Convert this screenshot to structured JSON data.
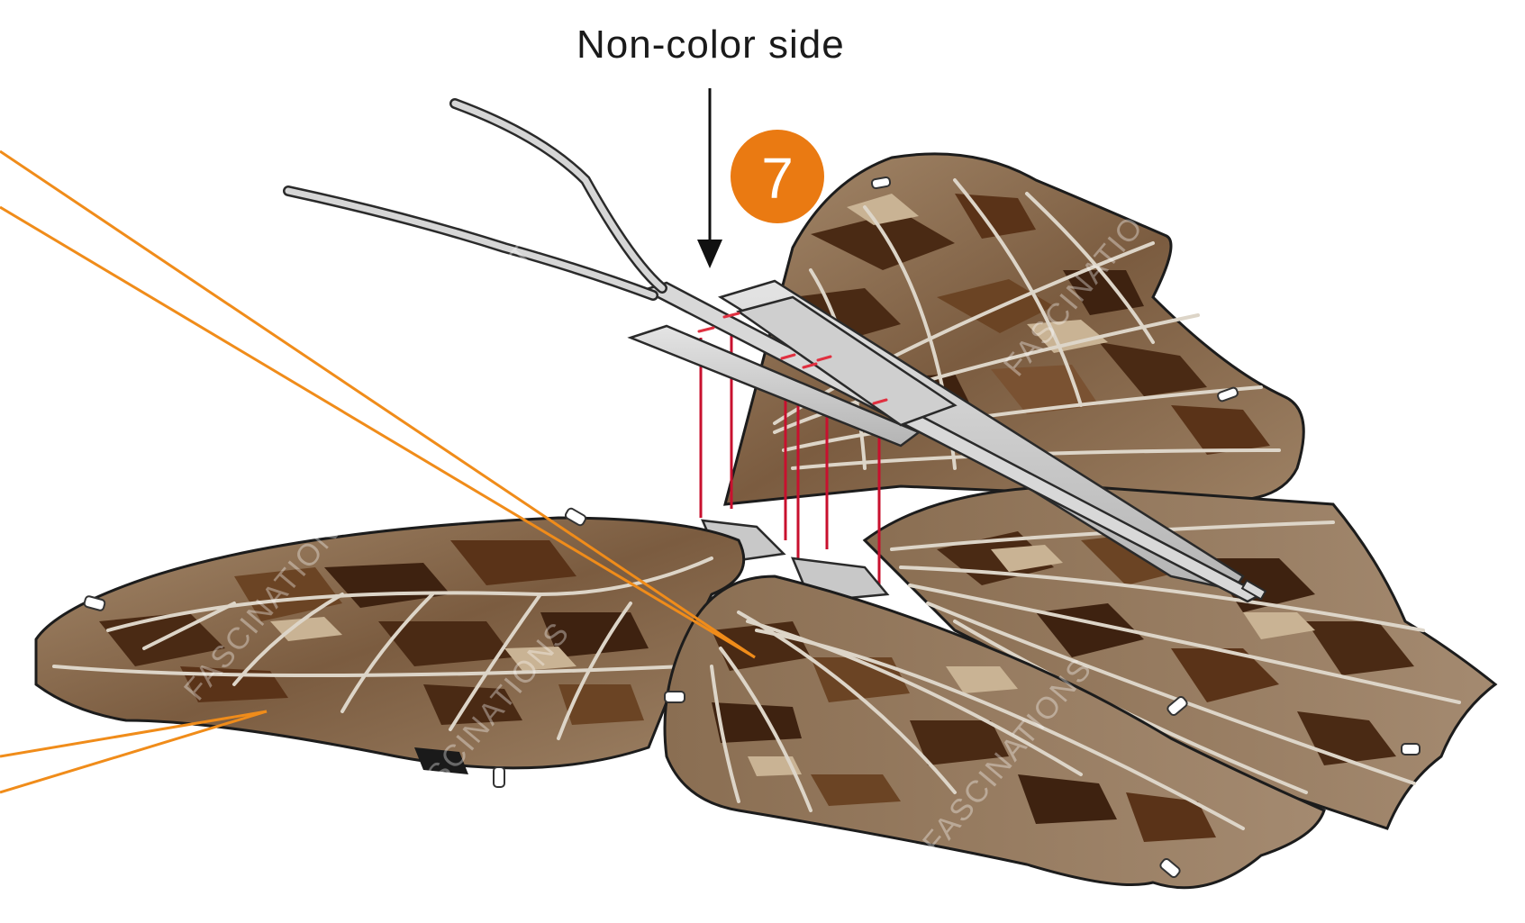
{
  "labels": {
    "side_label": "Non-color side",
    "step_number": "7"
  },
  "watermark": {
    "text": "FASCINATIONS"
  },
  "colors": {
    "wing_base": "#8c7056",
    "wing_dark": "#4a2a14",
    "wing_mid": "#7a5232",
    "wing_light": "#c9b394",
    "wing_vein": "#ddd5c8",
    "spine": "#c8c8c8",
    "spine_outline": "#2a2a2a",
    "string_red": "#c8102e",
    "step_badge": "#ea7a12",
    "guide_line": "#f08c1a",
    "arrow": "#111111"
  },
  "icons": {
    "step_badge": "orange-circle-number",
    "direction_arrow": "down-arrow"
  }
}
